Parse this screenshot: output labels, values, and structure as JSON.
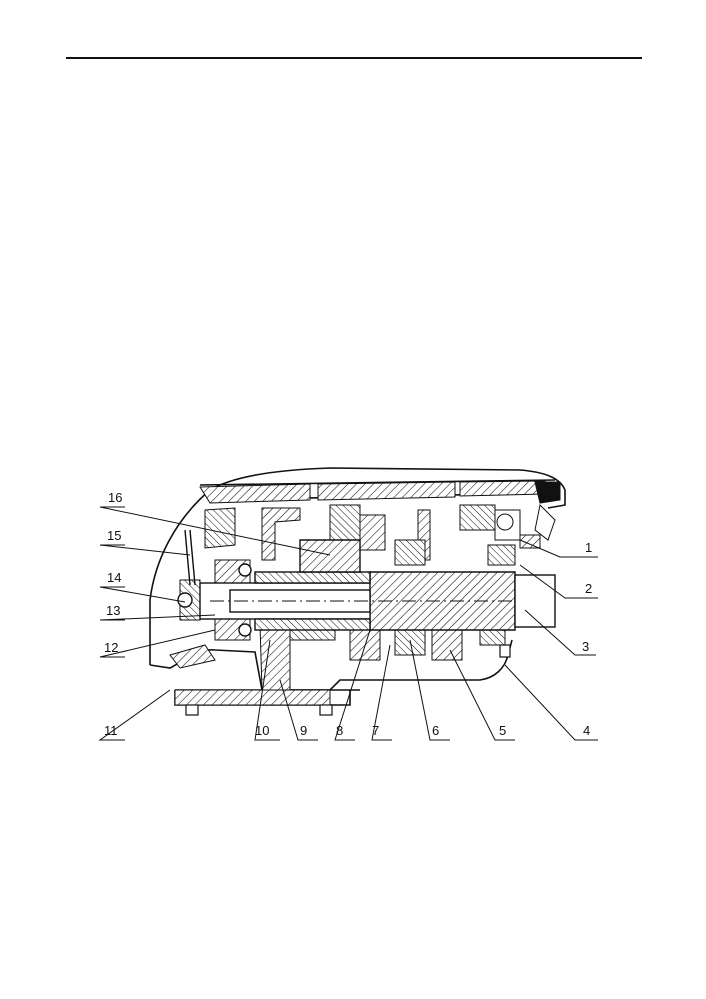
{
  "diagram": {
    "callouts": [
      "1",
      "2",
      "3",
      "4",
      "5",
      "6",
      "7",
      "8",
      "9",
      "10",
      "11",
      "12",
      "13",
      "14",
      "15",
      "16"
    ]
  },
  "colors": {
    "ink": "#111111",
    "paper": "#ffffff"
  }
}
